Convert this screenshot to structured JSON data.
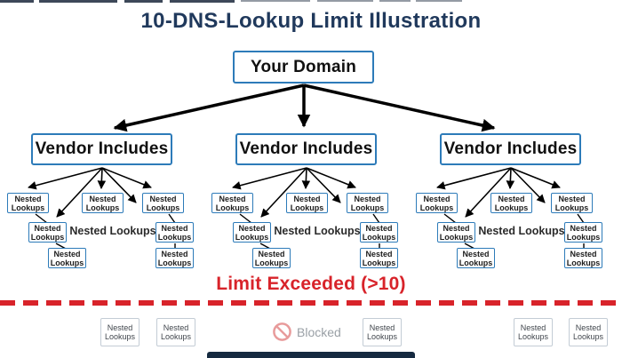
{
  "title": "10-DNS-Lookup Limit Illustration",
  "root": {
    "label": "Your Domain"
  },
  "vendors": [
    {
      "label": "Vendor Includes"
    },
    {
      "label": "Vendor Includes"
    },
    {
      "label": "Vendor Includes"
    }
  ],
  "nested_box": {
    "line1": "Nested",
    "line2": "Lookups"
  },
  "cluster_label": "Nested Lookups",
  "limit_banner": "Limit Exceeded (>10)",
  "blocked": {
    "label": "Blocked",
    "icon": "prohibition-icon"
  },
  "colors": {
    "box_border_blue": "#2d7bb9",
    "title_navy": "#20395c",
    "alert_red": "#d8232a",
    "footer_navy": "#152a40",
    "faded_border_gray": "#c3ccd5"
  }
}
